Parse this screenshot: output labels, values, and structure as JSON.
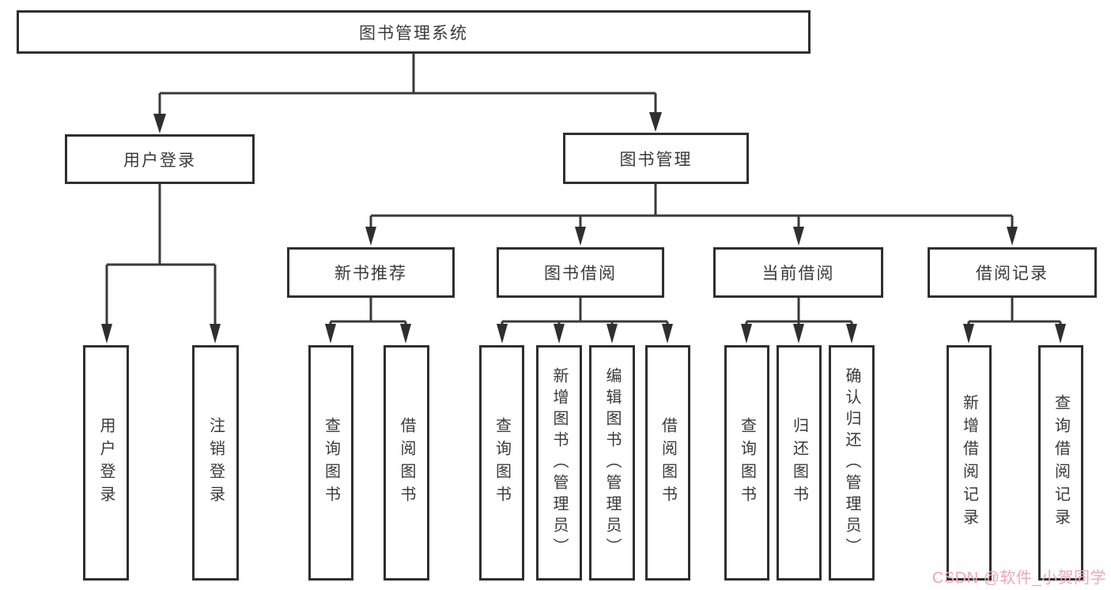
{
  "diagram": {
    "root": "图书管理系统",
    "branches": {
      "user_login": "用户登录",
      "book_mgmt": "图书管理"
    },
    "user_login_children": [
      "用户登录",
      "注销登录"
    ],
    "groups": [
      {
        "label": "新书推荐",
        "children": [
          "查询图书",
          "借阅图书"
        ]
      },
      {
        "label": "图书借阅",
        "children": [
          "查询图书",
          "新增图书（管理员）",
          "编辑图书（管理员）",
          "借阅图书"
        ]
      },
      {
        "label": "当前借阅",
        "children": [
          "查询图书",
          "归还图书",
          "确认归还（管理员）"
        ]
      },
      {
        "label": "借阅记录",
        "children": [
          "新增借阅记录",
          "查询借阅记录"
        ]
      }
    ]
  },
  "watermark": {
    "text": "CSDN @软件_小贺同学",
    "color": "#f2a6b5"
  },
  "colors": {
    "background": "#ffffff",
    "line": "#3a3a3a",
    "box_border": "#2f2f2f",
    "text": "#3a3a3a"
  }
}
